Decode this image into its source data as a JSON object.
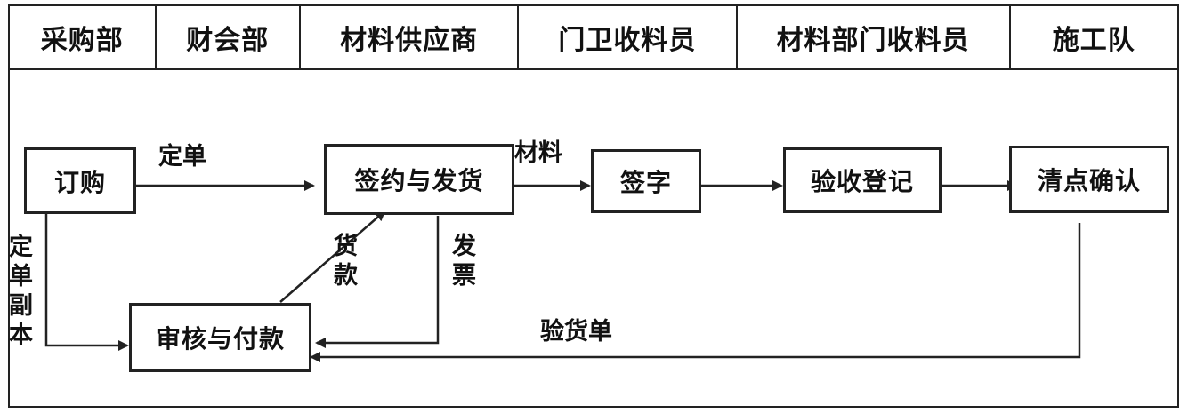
{
  "header": {
    "cells": [
      "采购部",
      "财会部",
      "材料供应商",
      "门卫收料员",
      "材料部门收料员",
      "施工队"
    ]
  },
  "nodes": {
    "order": "订购",
    "sign_ship": "签约与发货",
    "sign": "签字",
    "inspect_register": "验收登记",
    "count_confirm": "清点确认",
    "audit_pay": "审核与付款"
  },
  "edge_labels": {
    "order_form": "定单",
    "materials": "材料",
    "payment": "货款",
    "invoice": "发票",
    "inspection_slip": "验货单",
    "order_copy": "定单副本"
  }
}
